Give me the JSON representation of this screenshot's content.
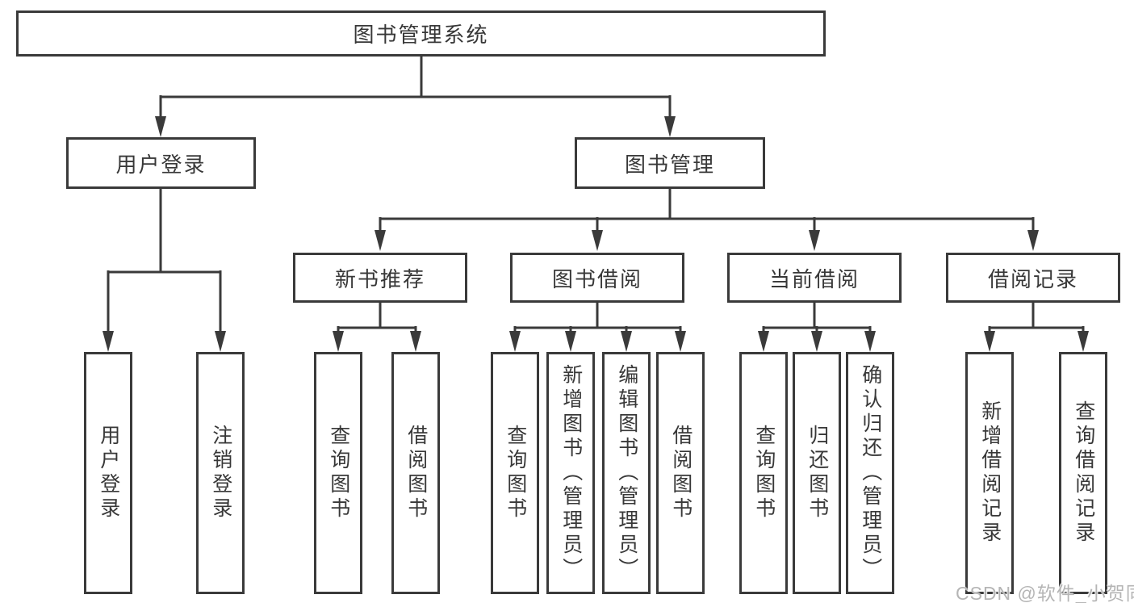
{
  "colors": {
    "line": "#3a3a3a",
    "box_border": "#3a3a3a",
    "box_background": "#ffffff",
    "text": "#383838",
    "watermark": "#b5b5b5",
    "page_background": "#ffffff"
  },
  "watermark": {
    "text": "CSDN @软件_小贺同学"
  },
  "tree": {
    "root": {
      "label": "图书管理系统",
      "children": [
        {
          "label": "用户登录",
          "children": [
            {
              "label": "用户登录"
            },
            {
              "label": "注销登录"
            }
          ]
        },
        {
          "label": "图书管理",
          "children": [
            {
              "label": "新书推荐",
              "children": [
                {
                  "label": "查询图书"
                },
                {
                  "label": "借阅图书"
                }
              ]
            },
            {
              "label": "图书借阅",
              "children": [
                {
                  "label": "查询图书"
                },
                {
                  "label": "新增图书（管理员）"
                },
                {
                  "label": "编辑图书（管理员）"
                },
                {
                  "label": "借阅图书"
                }
              ]
            },
            {
              "label": "当前借阅",
              "children": [
                {
                  "label": "查询图书"
                },
                {
                  "label": "归还图书"
                },
                {
                  "label": "确认归还（管理员）"
                }
              ]
            },
            {
              "label": "借阅记录",
              "children": [
                {
                  "label": "新增借阅记录"
                },
                {
                  "label": "查询借阅记录"
                }
              ]
            }
          ]
        }
      ]
    }
  }
}
